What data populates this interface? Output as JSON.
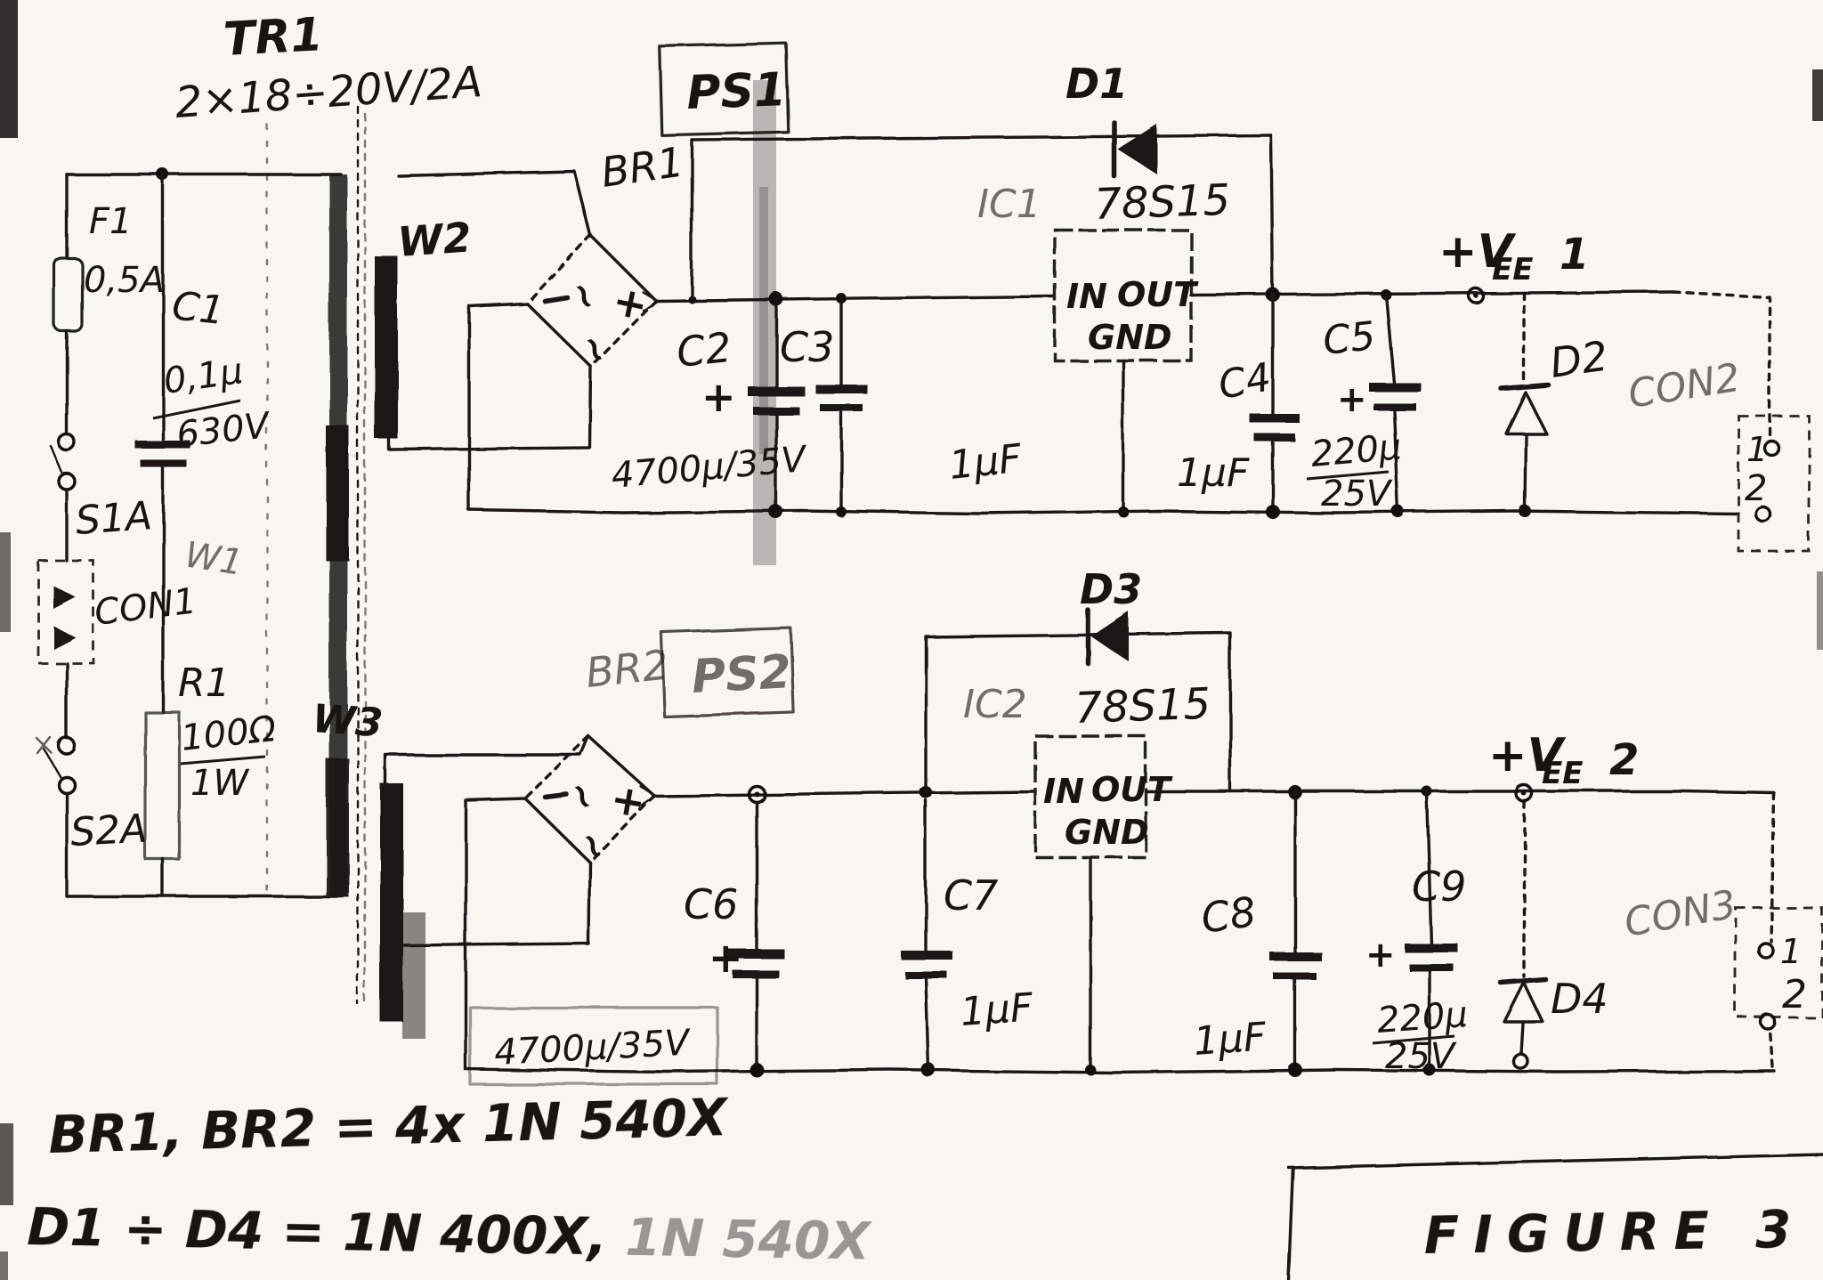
{
  "labels": {
    "transformer": {
      "ref": "TR1",
      "rating": "2×18÷20V/2A",
      "w1": "W1",
      "w2": "W2",
      "w3": "W3"
    },
    "input": {
      "f1": "F1",
      "f1_value": "0,5A",
      "c1": "C1",
      "c1_top": "0,1μ",
      "c1_bottom": "630V",
      "s1a": "S1A",
      "con1": "CON1",
      "s2a": "S2A",
      "r1": "R1",
      "r1_top": "100Ω",
      "r1_bottom": "1W"
    },
    "marks": {
      "tilde": "~",
      "minus": "−",
      "plus": "+"
    },
    "ps1": {
      "box": "PS1",
      "bridge": "BR1",
      "d1": "D1",
      "ic": "IC1",
      "part": "78S15",
      "in": "IN",
      "out": "OUT",
      "gnd": "GND",
      "c2": "C2",
      "c2_value": "4700μ/35V",
      "c3": "C3",
      "c3_value": "1μF",
      "c4": "C4",
      "c4_value": "1μF",
      "c5": "C5",
      "c5_top": "220μ",
      "c5_bottom": "25V",
      "d2": "D2",
      "v": "+V",
      "v_sub": "EE",
      "v_num": "1",
      "con": "CON2",
      "pin1": "1",
      "pin2": "2"
    },
    "ps2": {
      "box": "PS2",
      "bridge": "BR2",
      "d3": "D3",
      "ic": "IC2",
      "part": "78S15",
      "in": "IN",
      "out": "OUT",
      "gnd": "GND",
      "c6": "C6",
      "c6_value": "4700μ/35V",
      "c7": "C7",
      "c7_value": "1μF",
      "c8": "C8",
      "c8_value": "1μF",
      "c9": "C9",
      "c9_top": "220μ",
      "c9_bottom": "25V",
      "d4": "D4",
      "v": "+V",
      "v_sub": "EE",
      "v_num": "2",
      "con": "CON3",
      "pin1": "1",
      "pin2": "2"
    },
    "notes": {
      "line1": "BR1, BR2 = 4x  1N 540X",
      "line2a": "D1 ÷ D4 = 1N 400X,",
      "line2b": " 1N 540X"
    },
    "figure": "FIGURE 3"
  }
}
